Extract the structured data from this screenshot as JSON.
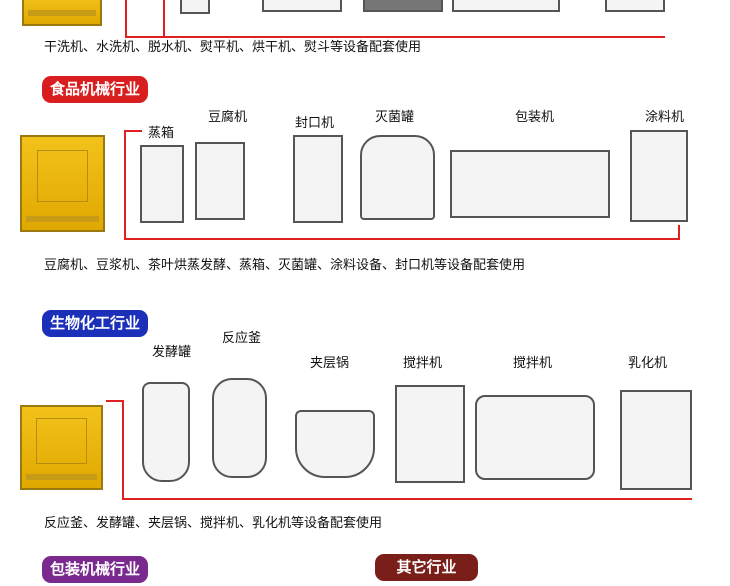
{
  "colors": {
    "pipe": "#e02020",
    "food_badge": "#d81e1e",
    "bio_badge": "#1b2fb8",
    "pack_badge": "#7a2a8f",
    "other_badge": "#7a1e1a",
    "generator": "#f2c21b"
  },
  "section_laundry": {
    "caption": "干洗机、水洗机、脱水机、熨平机、烘干机、熨斗等设备配套使用"
  },
  "section_food": {
    "badge": "食品机械行业",
    "machines": [
      "蒸箱",
      "豆腐机",
      "封口机",
      "灭菌罐",
      "包装机",
      "涂料机"
    ],
    "caption": "豆腐机、豆浆机、茶叶烘蒸发酵、蒸箱、灭菌罐、涂料设备、封口机等设备配套使用"
  },
  "section_bio": {
    "badge": "生物化工行业",
    "machines": [
      "发酵罐",
      "反应釜",
      "夹层锅",
      "搅拌机",
      "搅拌机",
      "乳化机"
    ],
    "caption": "反应釜、发酵罐、夹层锅、搅拌机、乳化机等设备配套使用"
  },
  "section_pack": {
    "badge": "包装机械行业"
  },
  "section_other": {
    "badge": "其它行业"
  }
}
